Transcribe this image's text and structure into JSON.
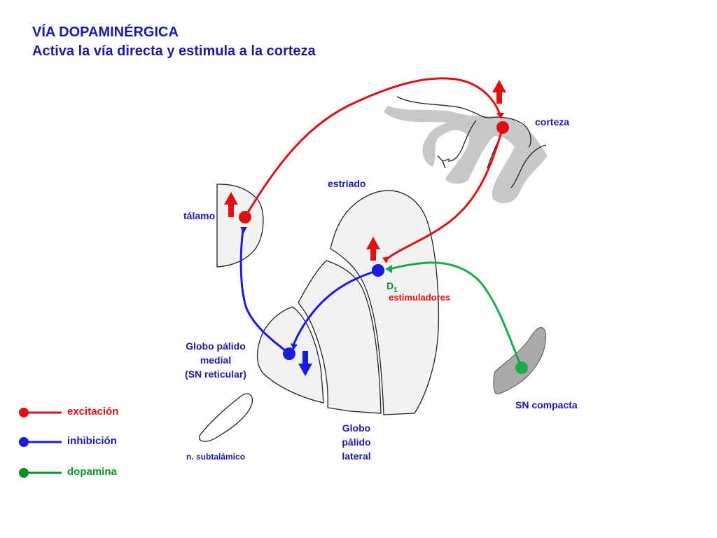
{
  "title": {
    "line1": "VÍA DOPAMINÉRGICA",
    "line2": "Activa la vía directa y estimula a la corteza"
  },
  "labels": {
    "corteza": "corteza",
    "estriado": "estriado",
    "talamo": "tálamo",
    "d1_main": "D",
    "d1_sub": "1",
    "estimuladores": "estimuladores",
    "gp_medial_1": "Globo pálido",
    "gp_medial_2": "medial",
    "gp_medial_3": "(SN reticular)",
    "gp_lateral_1": "Globo",
    "gp_lateral_2": "pálido",
    "gp_lateral_3": "lateral",
    "sn_compacta": "SN compacta",
    "subtalamico": "n. subtalámico"
  },
  "legend": [
    {
      "label": "excitación",
      "color": "#e01010"
    },
    {
      "label": "inhibición",
      "color": "#1a1ae0"
    },
    {
      "label": "dopamina",
      "color": "#0f8f2a"
    }
  ],
  "colors": {
    "excitation": "#e01010",
    "inhibition": "#1a1ae0",
    "dopamine": "#1aaa4a",
    "title": "#1a1aa6",
    "region_fill": "#f2f2f2",
    "cortex_fill": "#c8c8c8",
    "sn_compacta_fill": "#aaaaaa"
  }
}
